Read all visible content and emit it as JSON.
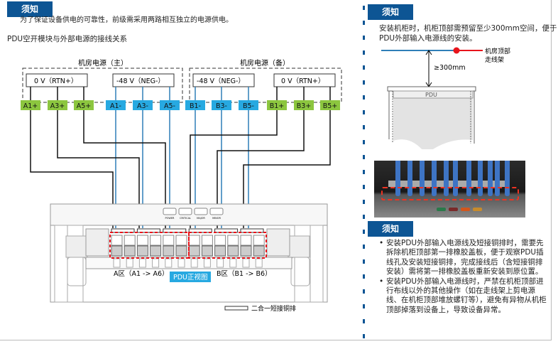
{
  "left_notice": {
    "tab_label": "须知",
    "text": "为了保证设备供电的可靠性，前级需采用两路相互独立的电源供电。"
  },
  "section_title": "PDU空开模块与外部电源的接线关系",
  "diagram": {
    "main_source": {
      "label": "机房电源（主）",
      "rtn_box": "0 V（RTN+）",
      "neg_box": "-48 V（NEG-）"
    },
    "backup_source": {
      "label": "机房电源（备）",
      "neg_box": "-48 V（NEG-）",
      "rtn_box": "0 V（RTN+）"
    },
    "terminals": [
      {
        "label": "A1+",
        "type": "positive"
      },
      {
        "label": "A3+",
        "type": "positive"
      },
      {
        "label": "A5+",
        "type": "positive"
      },
      {
        "label": "A1-",
        "type": "negative"
      },
      {
        "label": "A3-",
        "type": "negative"
      },
      {
        "label": "A5-",
        "type": "negative"
      },
      {
        "label": "B1-",
        "type": "negative"
      },
      {
        "label": "B3-",
        "type": "negative"
      },
      {
        "label": "B5-",
        "type": "negative"
      },
      {
        "label": "B1+",
        "type": "positive"
      },
      {
        "label": "B3+",
        "type": "positive"
      },
      {
        "label": "B5+",
        "type": "positive"
      }
    ],
    "panel_indicators": [
      "POWER",
      "CRITICAL",
      "MAJOR",
      "MINOR"
    ],
    "zone_a_label": "A区（A1 -> A6）",
    "zone_b_label": "B区（B1 -> B6）",
    "front_view_badge": "PDU正视图",
    "legend_label": "二合一短接铜排",
    "colors": {
      "positive_terminal": "#8cc63f",
      "negative_terminal": "#27a9e1",
      "negative_wire": "#2f7fb8",
      "positive_wire": "#111111",
      "highlight": "#e8141b",
      "badge": "#27a9e1"
    }
  },
  "right_notice_1": {
    "tab_label": "须知",
    "text_lines": [
      "安装机柜时，机柜顶部需预留至少300mm空间，便于",
      "PDU外部输入电源线的安装。"
    ],
    "cable_tray_label_lines": [
      "机房顶部",
      "走线架"
    ],
    "clearance_label": "≥300mm",
    "cabinet_label": "PDU"
  },
  "right_notice_2": {
    "tab_label": "须知",
    "bullets": [
      "安装PDU外部输入电源线及短接铜排时，需要先拆除机柜顶部第一排橡胶盖板，便于观察PDU插线孔及安装短接铜排，完成接线后（含短接铜排安装）需将第一排橡胶盖板重新安装到原位置。",
      "安装PDU外部输入电源线时，严禁在机柜顶部进行布线以外的其他操作（如在走线架上剪电源线、在机柜顶部堆放螺钉等），避免有异物从机柜顶部掉落到设备上，导致设备异常。"
    ]
  }
}
